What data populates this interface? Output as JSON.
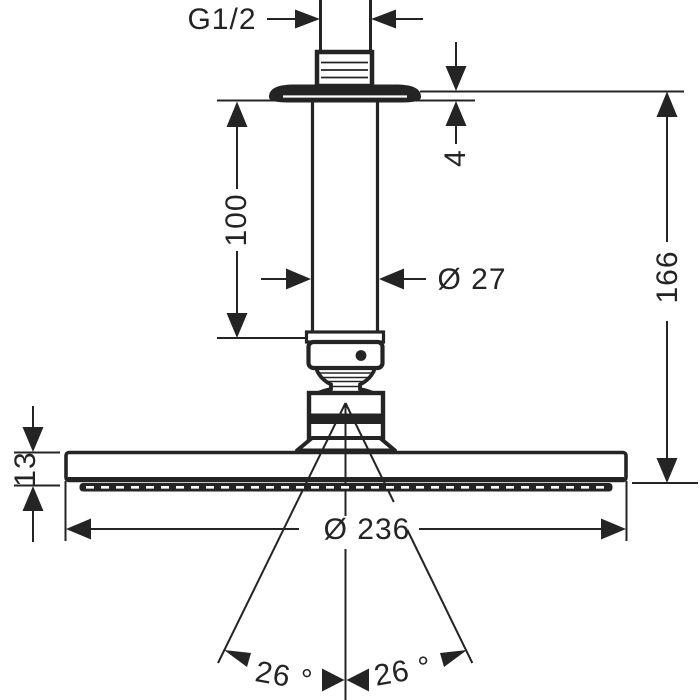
{
  "colors": {
    "ink": "#242424",
    "background": "#ffffff"
  },
  "drawing": {
    "type": "technical-dimension-drawing",
    "subject": "ceiling-mounted overhead shower",
    "labels": {
      "thread_size": "G1/2",
      "arm_length": "100",
      "flange_offset": "4",
      "pipe_diameter": "Ø 27",
      "total_height": "166",
      "head_thickness": "13",
      "head_diameter": "Ø 236",
      "spray_angle_left": "26 °",
      "spray_angle_right": "26 °"
    }
  }
}
